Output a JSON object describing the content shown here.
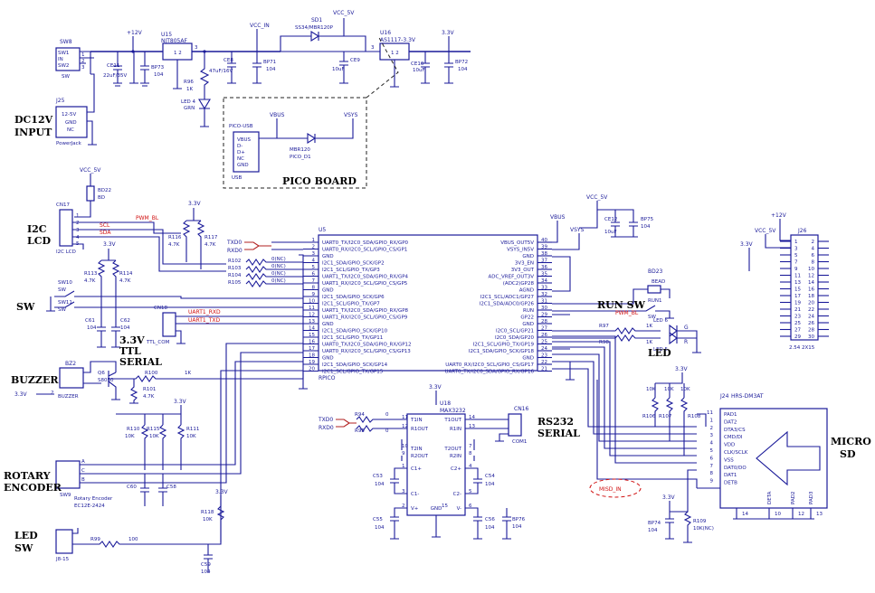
{
  "blocks": {
    "dc_input": [
      "DC12V",
      "INPUT"
    ],
    "pico_board": "PICO BOARD",
    "i2c_lcd": [
      "I2C",
      "LCD"
    ],
    "sw": "SW",
    "ttl_serial": [
      "3.3V",
      "TTL",
      "SERIAL"
    ],
    "buzzer": "BUZZER",
    "rotary_encoder": [
      "ROTARY",
      "ENCODER"
    ],
    "led_sw": [
      "LED",
      "SW"
    ],
    "rs232_serial": [
      "RS232",
      "SERIAL"
    ],
    "micro_sd": [
      "MICRO",
      "SD"
    ],
    "run_sw": "RUN SW",
    "led": "LED"
  },
  "rails": {
    "v12": "+12V",
    "vccin": "VCC_IN",
    "vcc5": "VCC_5V",
    "v33": "3.3V",
    "vbus": "VBUS",
    "vsys": "VSYS"
  },
  "parts": {
    "sw8": [
      "SW8",
      "SW1",
      "IN",
      "SW2",
      "SW"
    ],
    "ce11": [
      "CE11",
      "22uF/35V"
    ],
    "bp73": [
      "BP73",
      "104"
    ],
    "u15": [
      "U15",
      "NJT805AF"
    ],
    "ce8": [
      "CE8",
      "47uF/16V"
    ],
    "bp71": [
      "BP71",
      "104"
    ],
    "sd1": [
      "SD1",
      "SS34/MBR120P"
    ],
    "u16": [
      "U16",
      "AS1117-3.3V"
    ],
    "ce9": [
      "CE9",
      "10uF"
    ],
    "ce10": [
      "CE10",
      "10uF"
    ],
    "bp72": [
      "BP72",
      "104"
    ],
    "r96": [
      "R96",
      "1K"
    ],
    "led4": [
      "LED 4",
      "GRN"
    ],
    "j25": [
      "J25",
      "12-5V",
      "GND",
      "NC",
      "PowerJack"
    ],
    "pico_usb": [
      "PICO-USB",
      "VBUS",
      "D-",
      "D+",
      "NC",
      "GND",
      "USB"
    ],
    "mbr120": [
      "MBR120",
      "PICO_D1"
    ],
    "bd22": [
      "BD22",
      "BD"
    ],
    "cn17": [
      "CN17",
      "I2C LCD"
    ],
    "i2c_nets": [
      "PWM_BL",
      "SCL",
      "SDA"
    ],
    "r116": [
      "R116",
      "4.7K"
    ],
    "r117": [
      "R117",
      "4.7K"
    ],
    "txrx": [
      "TXD0",
      "RXD0"
    ],
    "r102_105": [
      "R102",
      "R103",
      "R104",
      "R105",
      "0(NC)",
      "0(NC)",
      "0(NC)",
      "0(NC)"
    ],
    "r113_114": [
      "R113",
      "R114",
      "4.7K",
      "4.7K"
    ],
    "sw10": [
      "SW10",
      "SW"
    ],
    "sw11": [
      "SW11",
      "SW"
    ],
    "c61": [
      "C61",
      "104"
    ],
    "c62": [
      "C62",
      "104"
    ],
    "cn18": [
      "CN18",
      "TTL_COM"
    ],
    "uart1": [
      "UART1_RXD",
      "UART1_TXD"
    ],
    "bz2": [
      "BZ2",
      "BUZZER"
    ],
    "q6": [
      "Q6",
      "S8050"
    ],
    "r100": [
      "R100",
      "1K"
    ],
    "r101": [
      "R101",
      "4.7K"
    ],
    "r110_112": [
      "R110",
      "R115",
      "R111",
      "10K",
      "10K",
      "10K"
    ],
    "sw9": [
      "SW9",
      "Rotary Encoder",
      "EC12E-2424"
    ],
    "c60": [
      "C60",
      "C58"
    ],
    "r118": [
      "R118",
      "10K"
    ],
    "c59": [
      "C59",
      "104"
    ],
    "j8": [
      "J8-15",
      "R99",
      "100"
    ],
    "u9": {
      "name": "U5",
      "part": "RPICO",
      "left": [
        [
          "1",
          "UART0_TX/I2C0_SDA/GPIO_RX/GP0"
        ],
        [
          "2",
          "UART0_RX/I2C0_SCL/GPIO_CS/GP1"
        ],
        [
          "3",
          "GND"
        ],
        [
          "4",
          "I2C1_SDA/GPIO_SCK/GP2"
        ],
        [
          "5",
          "I2C1_SCL/GPIO_TX/GP3"
        ],
        [
          "6",
          "UART1_TX/I2C0_SDA/GPIO_RX/GP4"
        ],
        [
          "7",
          "UART1_RX/I2C0_SCL/GPIO_CS/GP5"
        ],
        [
          "8",
          "GND"
        ],
        [
          "9",
          "I2C1_SDA/GPIO_SCK/GP6"
        ],
        [
          "10",
          "I2C1_SCL/GPIO_TX/GP7"
        ],
        [
          "11",
          "UART1_TX/I2C0_SDA/GPIO_RX/GP8"
        ],
        [
          "12",
          "UART1_RX/I2C0_SCL/GPIO_CS/GP9"
        ],
        [
          "13",
          "GND"
        ],
        [
          "14",
          "I2C1_SDA/GPIO_SCK/GP10"
        ],
        [
          "15",
          "I2C1_SCL/GPIO_TX/GP11"
        ],
        [
          "16",
          "UART0_TX/I2C0_SDA/GPIO_RX/GP12"
        ],
        [
          "17",
          "UART0_RX/I2C0_SCL/GPIO_CS/GP13"
        ],
        [
          "18",
          "GND"
        ],
        [
          "19",
          "I2C1_SDA/GPIO_SCK/GP14"
        ],
        [
          "20",
          "I2C1_SCL/GPIO_TX/GP15"
        ]
      ],
      "right": [
        [
          "40",
          "VBUS_OUT5V"
        ],
        [
          "39",
          "VSYS_IN5V"
        ],
        [
          "38",
          "GND"
        ],
        [
          "37",
          "3V3_EN"
        ],
        [
          "36",
          "3V3_OUT"
        ],
        [
          "35",
          "ADC_VREF_OUT3V"
        ],
        [
          "34",
          "(ADC2)GP28"
        ],
        [
          "33",
          "AGND"
        ],
        [
          "32",
          "I2C1_SCL/ADC1/GP27"
        ],
        [
          "31",
          "I2C1_SDA/ADC0/GP26"
        ],
        [
          "30",
          "RUN"
        ],
        [
          "29",
          "GP22"
        ],
        [
          "28",
          "GND"
        ],
        [
          "27",
          "I2C0_SCL/GP21"
        ],
        [
          "26",
          "I2C0_SDA/GP20"
        ],
        [
          "25",
          "I2C1_SCL/GPIO_TX/GP19"
        ],
        [
          "24",
          "I2C1_SDA/GPIO_SCK/GP18"
        ],
        [
          "23",
          "GND"
        ],
        [
          "22",
          "UART0_RX/I2C0_SCL/GPIO_CS/GP17"
        ],
        [
          "21",
          "UART0_TX/I2C0_SDA/GPIO_RX/GP16"
        ]
      ]
    },
    "ce12": [
      "CE12",
      "10uF"
    ],
    "bp75": [
      "BP75",
      "104"
    ],
    "bd23": [
      "BD23",
      "BEAD"
    ],
    "run1": [
      "RUN1",
      "SW"
    ],
    "r97": [
      "R97",
      "1K"
    ],
    "r98": [
      "R98",
      "1K"
    ],
    "led56": [
      "LED 6",
      "LED 5",
      "G",
      "R"
    ],
    "j26": {
      "name": "J26",
      "part": "2.54 2X15",
      "left": [
        "1",
        "3",
        "5",
        "7",
        "9",
        "11",
        "13",
        "15",
        "17",
        "19",
        "21",
        "23",
        "25",
        "27",
        "29"
      ],
      "right": [
        "2",
        "4",
        "6",
        "8",
        "10",
        "12",
        "14",
        "16",
        "18",
        "20",
        "22",
        "24",
        "26",
        "28",
        "30"
      ]
    },
    "u18": {
      "name": "U18",
      "part": "MAX3232",
      "pins": [
        "T1IN",
        "R1OUT",
        "T1OUT",
        "R1IN",
        "T2IN",
        "R2OUT",
        "T2OUT",
        "R2IN",
        "C1+",
        "C1-",
        "C2+",
        "C2-",
        "V+",
        "V-",
        "GND"
      ],
      "nums": [
        "11",
        "12",
        "14",
        "13",
        "10",
        "9",
        "7",
        "8",
        "1",
        "3",
        "4",
        "5",
        "2",
        "6",
        "15"
      ]
    },
    "r94_95": [
      "R94",
      "R95",
      "0",
      "0"
    ],
    "cn16": [
      "CN16",
      "COM1"
    ],
    "c53_56": [
      "C53",
      "C54",
      "C55",
      "C56",
      "104",
      "104",
      "104",
      "104"
    ],
    "bp76": [
      "BP76",
      "104"
    ],
    "j24": {
      "name": "J24",
      "part": "HRS-DM3AT",
      "pins": [
        "PAD1",
        "DAT2",
        "DTA3/CS",
        "CMD/DI",
        "VDD",
        "CLK/SCLK",
        "VSS",
        "DAT0/DO",
        "DAT1",
        "DETB",
        "DETA",
        "PAD2",
        "PAD3"
      ],
      "nums": [
        "11",
        "1",
        "2",
        "3",
        "4",
        "5",
        "6",
        "7",
        "8",
        "9",
        "14",
        "10",
        "12",
        "13"
      ]
    },
    "r106_108": [
      "R106",
      "R107",
      "R108",
      "10K",
      "10K",
      "10K"
    ],
    "bp74": [
      "BP74",
      "104"
    ],
    "r109": [
      "R109",
      "10K(NC)"
    ],
    "misd": "MISD_IN"
  }
}
